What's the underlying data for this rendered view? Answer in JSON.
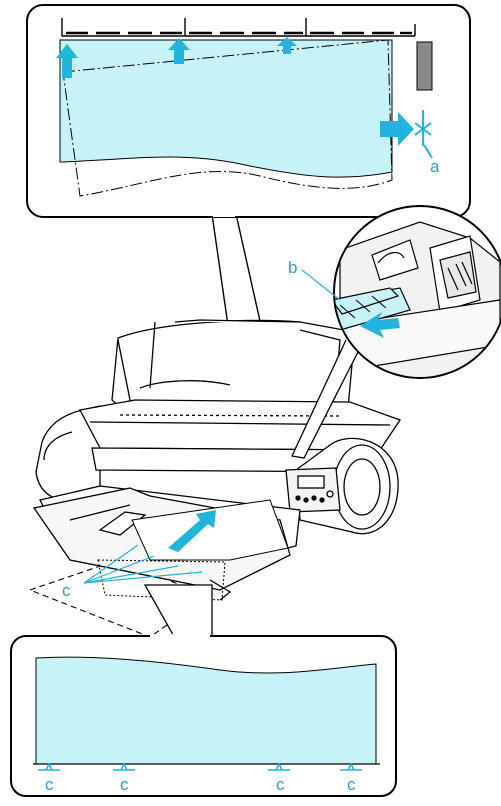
{
  "labels": {
    "a": "a",
    "b": "b",
    "c_main": "c",
    "c_bottom": [
      "c",
      "c",
      "c",
      "c"
    ]
  },
  "colors": {
    "paper": "#c7f3f8",
    "arrow": "#21b4dd",
    "label": "#29a3c8",
    "line": "#000000",
    "gray_block": "#8a8a8a"
  }
}
